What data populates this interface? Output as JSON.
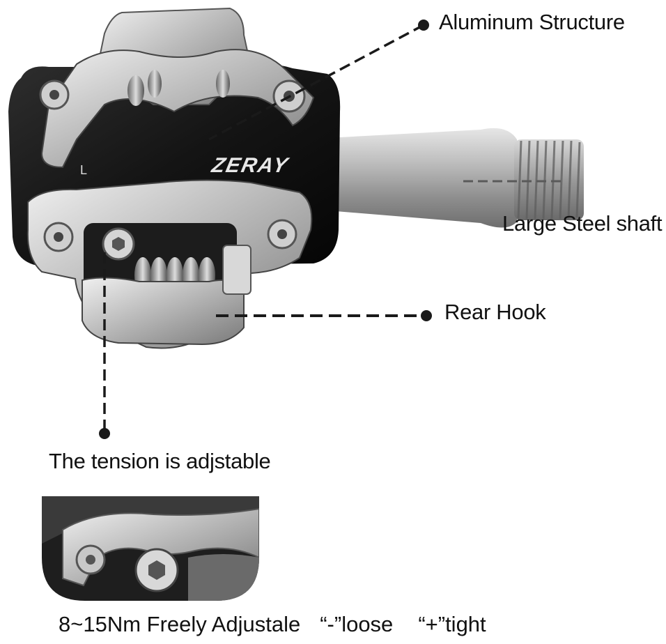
{
  "brand_mark": "ZERAY",
  "side_mark": "L",
  "callouts": {
    "aluminum": "Aluminum Structure",
    "shaft": "Large Steel shaft",
    "hook": "Rear Hook",
    "tension": "The tension is adjstable"
  },
  "caption": {
    "range": "8~15Nm Freely Adjustale",
    "minus": "“-”loose",
    "plus": "“+”tight"
  },
  "colors": {
    "body_black": "#151515",
    "silver": "#c9c9c9",
    "callout_line": "#1a1a1a"
  }
}
